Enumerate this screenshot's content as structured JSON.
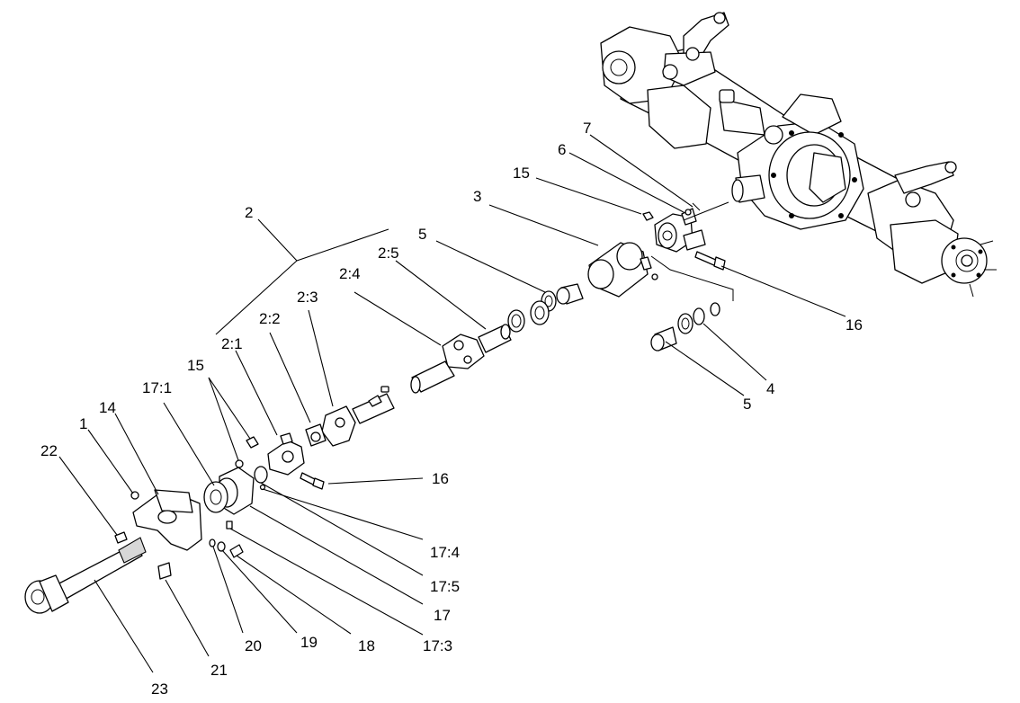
{
  "diagram": {
    "callouts": [
      {
        "id": "c-2",
        "label": "2"
      },
      {
        "id": "c-7",
        "label": "7"
      },
      {
        "id": "c-6",
        "label": "6"
      },
      {
        "id": "c-15a",
        "label": "15"
      },
      {
        "id": "c-3",
        "label": "3"
      },
      {
        "id": "c-5a",
        "label": "5"
      },
      {
        "id": "c-2-5",
        "label": "2:5"
      },
      {
        "id": "c-2-4",
        "label": "2:4"
      },
      {
        "id": "c-2-3",
        "label": "2:3"
      },
      {
        "id": "c-2-2",
        "label": "2:2"
      },
      {
        "id": "c-2-1",
        "label": "2:1"
      },
      {
        "id": "c-15b",
        "label": "15"
      },
      {
        "id": "c-17-1",
        "label": "17:1"
      },
      {
        "id": "c-14",
        "label": "14"
      },
      {
        "id": "c-1",
        "label": "1"
      },
      {
        "id": "c-22",
        "label": "22"
      },
      {
        "id": "c-16a",
        "label": "16"
      },
      {
        "id": "c-4",
        "label": "4"
      },
      {
        "id": "c-5b",
        "label": "5"
      },
      {
        "id": "c-16b",
        "label": "16"
      },
      {
        "id": "c-17-4",
        "label": "17:4"
      },
      {
        "id": "c-17-5",
        "label": "17:5"
      },
      {
        "id": "c-17",
        "label": "17"
      },
      {
        "id": "c-17-3",
        "label": "17:3"
      },
      {
        "id": "c-18",
        "label": "18"
      },
      {
        "id": "c-19",
        "label": "19"
      },
      {
        "id": "c-20",
        "label": "20"
      },
      {
        "id": "c-21",
        "label": "21"
      },
      {
        "id": "c-23",
        "label": "23"
      }
    ]
  }
}
